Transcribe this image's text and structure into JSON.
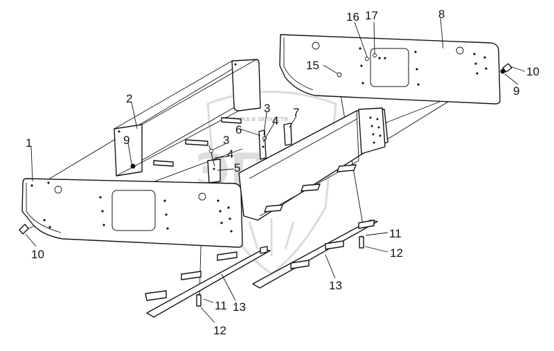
{
  "diagram": {
    "callouts": [
      {
        "id": "c1",
        "label": "1"
      },
      {
        "id": "c2",
        "label": "2"
      },
      {
        "id": "c3a",
        "label": "3"
      },
      {
        "id": "c3b",
        "label": "3"
      },
      {
        "id": "c4a",
        "label": "4"
      },
      {
        "id": "c4b",
        "label": "4"
      },
      {
        "id": "c5",
        "label": "5"
      },
      {
        "id": "c6",
        "label": "6"
      },
      {
        "id": "c7",
        "label": "7"
      },
      {
        "id": "c8",
        "label": "8"
      },
      {
        "id": "c9a",
        "label": "9"
      },
      {
        "id": "c9b",
        "label": "9"
      },
      {
        "id": "c10a",
        "label": "10"
      },
      {
        "id": "c10b",
        "label": "10"
      },
      {
        "id": "c11a",
        "label": "11"
      },
      {
        "id": "c11b",
        "label": "11"
      },
      {
        "id": "c12a",
        "label": "12"
      },
      {
        "id": "c12b",
        "label": "12"
      },
      {
        "id": "c13a",
        "label": "13"
      },
      {
        "id": "c13b",
        "label": "13"
      },
      {
        "id": "c15",
        "label": "15"
      },
      {
        "id": "c16",
        "label": "16"
      },
      {
        "id": "c17",
        "label": "17"
      }
    ]
  },
  "watermark": {
    "arc_text": "ТЕХНИКА И ЗАПЧАСТИ",
    "logo_text": "ЭПФ"
  }
}
